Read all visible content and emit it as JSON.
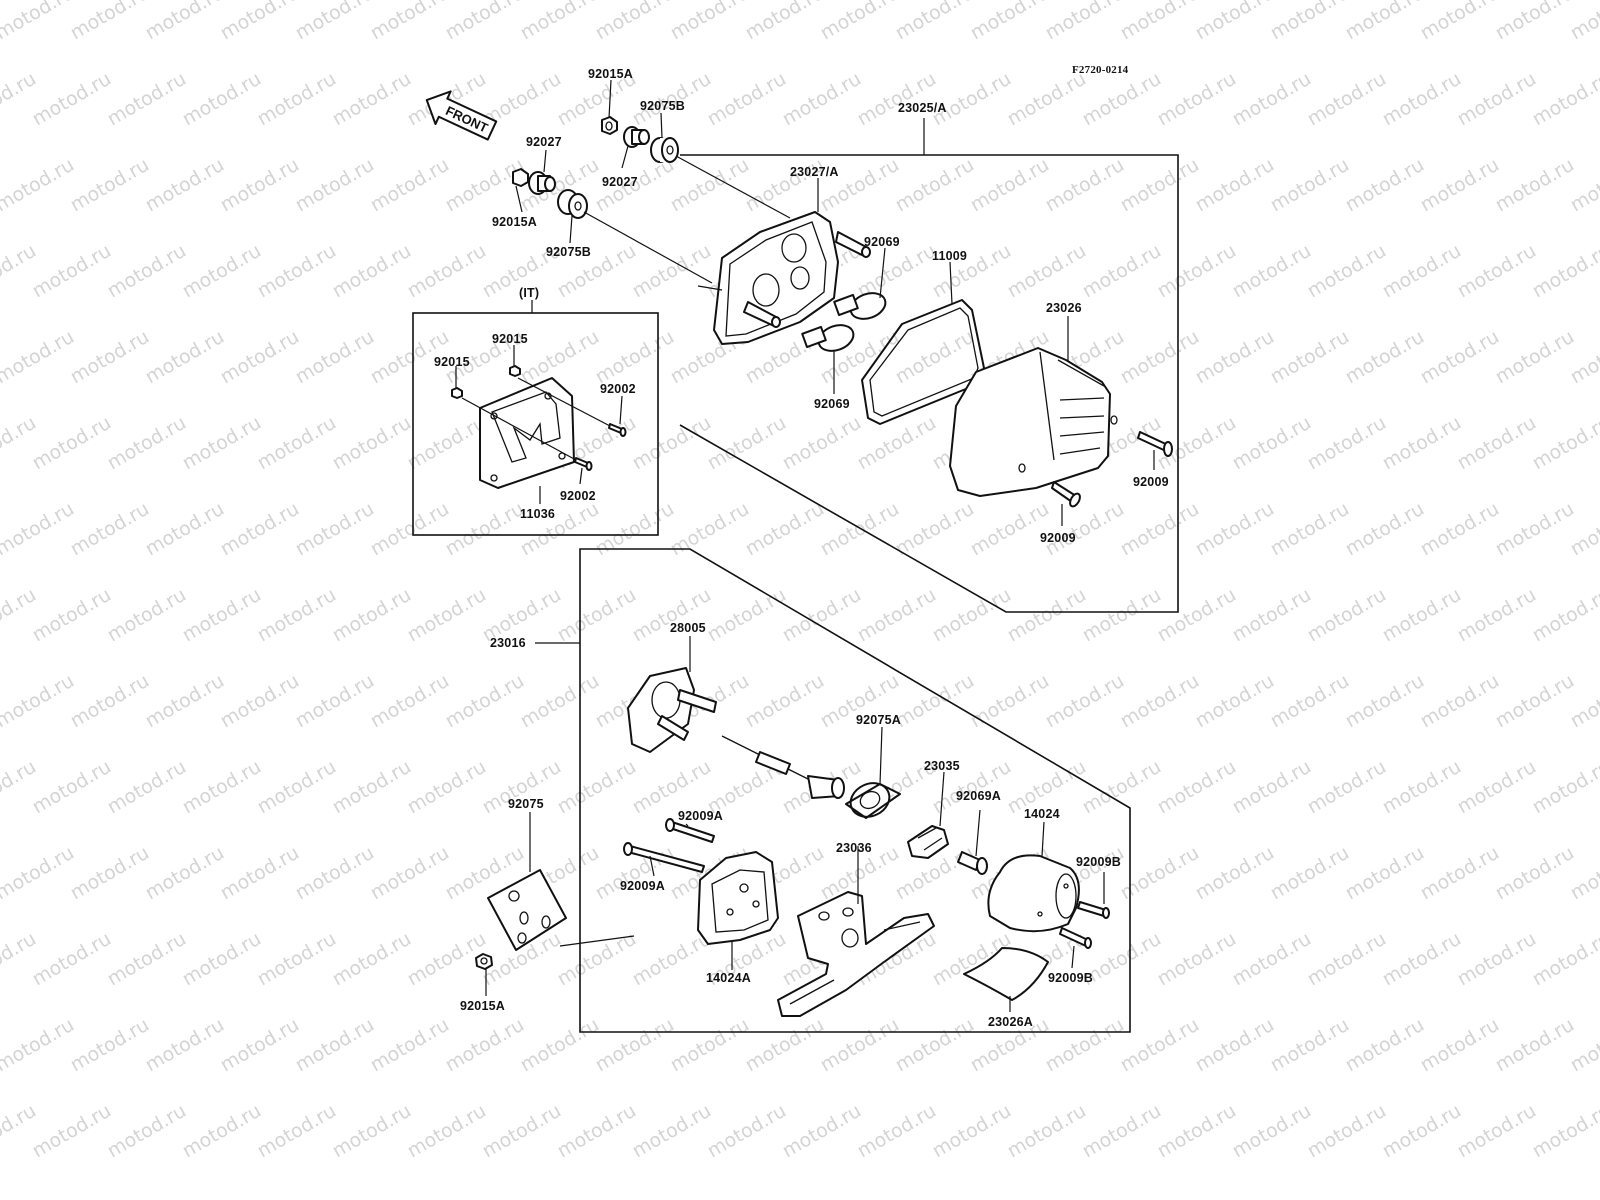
{
  "figure_code": "F2720-0214",
  "front_label": "FRONT",
  "watermark": "motod.ru",
  "labels": {
    "p92015A_1": "92015A",
    "p92075B_1": "92075B",
    "p92027_1": "92027",
    "p92027_2": "92027",
    "p92015A_2": "92015A",
    "p92075B_2": "92075B",
    "p23025A": "23025/A",
    "p23027A": "23027/A",
    "p92069_1": "92069",
    "p92069_2": "92069",
    "p11009": "11009",
    "p23026": "23026",
    "p92009_1": "92009",
    "p92009_2": "92009",
    "it": "(IT)",
    "p92015_1": "92015",
    "p92015_2": "92015",
    "p92002_1": "92002",
    "p92002_2": "92002",
    "p11036": "11036",
    "p23016": "23016",
    "p28005": "28005",
    "p92075A": "92075A",
    "p23035": "23035",
    "p92069A": "92069A",
    "p14024": "14024",
    "p92009B_1": "92009B",
    "p92009B_2": "92009B",
    "p92075": "92075",
    "p92009A_1": "92009A",
    "p92009A_2": "92009A",
    "p23036": "23036",
    "p14024A": "14024A",
    "p23026A": "23026A",
    "p92015A_3": "92015A"
  }
}
